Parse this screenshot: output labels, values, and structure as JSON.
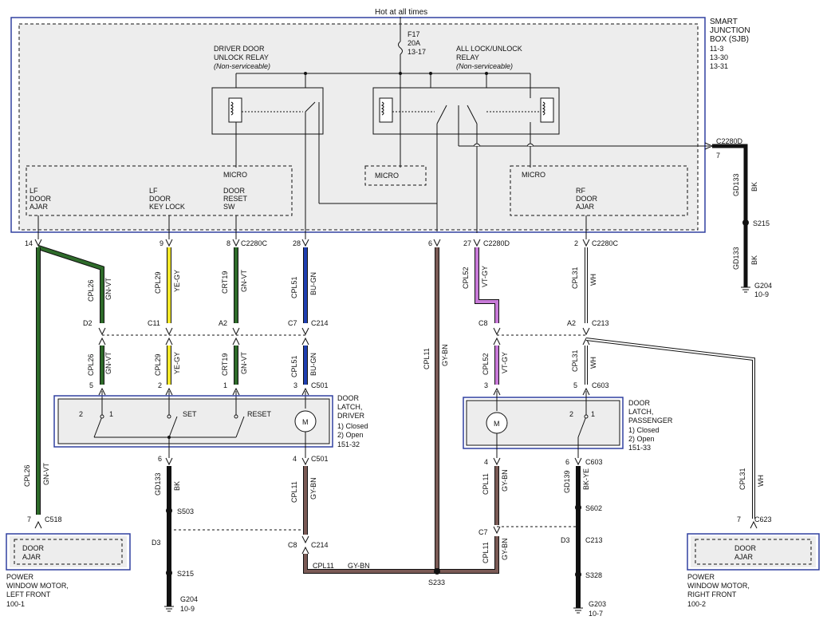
{
  "title": "Hot at all times",
  "colors": {
    "gn_vt": "#2e6b2a",
    "ye_gy": "#f3e82a",
    "bu_gn": "#1f3fb0",
    "gy_bn": "#7a5a55",
    "vt_gy": "#c87ad8",
    "bk": "#111111",
    "wh": "#ffffff",
    "panel": "#ededed",
    "border_blue": "#3040a0"
  },
  "fuse": {
    "id": "F17",
    "rating": "20A",
    "ref": "13-17"
  },
  "sjb": {
    "line1": "SMART",
    "line2": "JUNCTION",
    "line3": "BOX (SJB)",
    "refs": [
      "11-3",
      "13-30",
      "13-31"
    ]
  },
  "driver_relay": {
    "line1": "DRIVER DOOR",
    "line2": "UNLOCK RELAY",
    "note": "(Non-serviceable)"
  },
  "all_relay": {
    "line1": "ALL LOCK/UNLOCK",
    "line2": "RELAY",
    "note": "(Non-serviceable)"
  },
  "micro": "MICRO",
  "lf_ajar": [
    "LF",
    "DOOR",
    "AJAR"
  ],
  "lf_keylock": [
    "LF",
    "DOOR",
    "KEY LOCK"
  ],
  "door_reset": [
    "DOOR",
    "RESET",
    "SW"
  ],
  "rf_ajar": [
    "RF",
    "DOOR",
    "AJAR"
  ],
  "c2280d_top": {
    "label": "C2280D",
    "pin": "7"
  },
  "gd133": "GD133",
  "bk": "BK",
  "s215": "S215",
  "g204": {
    "label": "G204",
    "ref": "10-9"
  },
  "pins": {
    "p14": "14",
    "p9": "9",
    "p8": "8",
    "c2280c": "C2280C",
    "p28": "28",
    "p6": "6",
    "p27": "27",
    "c2280d": "C2280D",
    "p2": "2"
  },
  "wires": {
    "cpl26": "CPL26",
    "gn_vt": "GN-VT",
    "cpl29": "CPL29",
    "ye_gy": "YE-GY",
    "crt19": "CRT19",
    "cpl51": "CPL51",
    "bu_gn": "BU-GN",
    "cpl11": "CPL11",
    "gy_bn": "GY-BN",
    "cpl52": "CPL52",
    "vt_gy": "VT-GY",
    "cpl31": "CPL31",
    "wh": "WH",
    "gd139": "GD139",
    "bk_ye": "BK-YE"
  },
  "c214_row": {
    "d2": "D2",
    "c11": "C11",
    "a2": "A2",
    "c7": "C7",
    "c214": "C214"
  },
  "c213_row": {
    "c8": "C8",
    "a2": "A2",
    "c213": "C213"
  },
  "c501_row": {
    "p5": "5",
    "p2": "2",
    "p1": "1",
    "p3": "3",
    "c501": "C501"
  },
  "c603_row": {
    "p3": "3",
    "p5": "5",
    "c603": "C603"
  },
  "driver_latch": {
    "pin2": "2",
    "pin1": "1",
    "set": "SET",
    "reset": "RESET",
    "motor": "M",
    "label": [
      "DOOR",
      "LATCH,",
      "DRIVER"
    ],
    "notes": [
      "1) Closed",
      "2) Open",
      "151-32"
    ]
  },
  "pass_latch": {
    "motor": "M",
    "pin2": "2",
    "pin1": "1",
    "label": [
      "DOOR",
      "LATCH,",
      "PASSENGER"
    ],
    "notes": [
      "1) Closed",
      "2) Open",
      "151-33"
    ]
  },
  "below_driver": {
    "p6": "6",
    "s503": "S503",
    "d3": "D3",
    "s215": "S215",
    "g204": "G204",
    "g204_ref": "10-9",
    "p4": "4",
    "c501": "C501",
    "c8": "C8",
    "c214": "C214"
  },
  "below_pass": {
    "p4": "4",
    "p6": "6",
    "c603": "C603",
    "s602": "S602",
    "c7": "C7",
    "d3": "D3",
    "c213": "C213",
    "s328": "S328",
    "g203": "G203",
    "g203_ref": "10-7"
  },
  "s233": "S233",
  "c518": {
    "pin": "7",
    "label": "C518"
  },
  "c623": {
    "pin": "7",
    "label": "C623"
  },
  "lf_motor": {
    "box": [
      "DOOR",
      "AJAR"
    ],
    "title": [
      "POWER",
      "WINDOW MOTOR,",
      "LEFT FRONT"
    ],
    "ref": "100-1"
  },
  "rf_motor": {
    "box": [
      "DOOR",
      "AJAR"
    ],
    "title": [
      "POWER",
      "WINDOW MOTOR,",
      "RIGHT FRONT"
    ],
    "ref": "100-2"
  }
}
